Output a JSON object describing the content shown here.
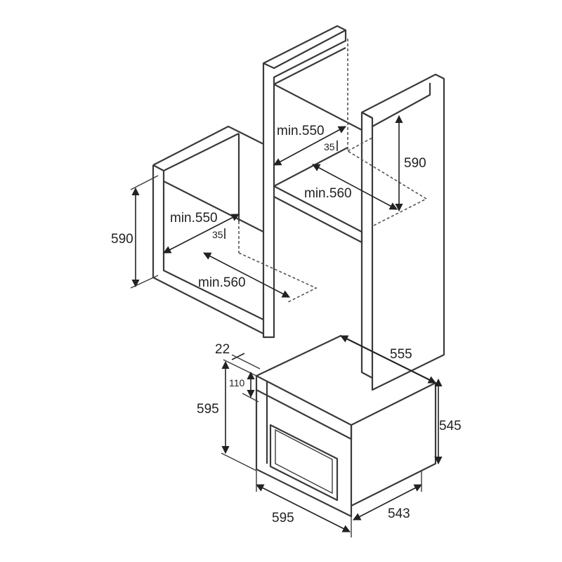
{
  "labels": {
    "tall_min550": "min.550",
    "tall_35": "35",
    "tall_590": "590",
    "tall_min560": "min.560",
    "low_min550": "min.550",
    "low_35": "35",
    "low_590": "590",
    "low_min560": "min.560",
    "oven_22": "22",
    "oven_555": "555",
    "oven_110": "110",
    "oven_595_height": "595",
    "oven_545": "545",
    "oven_595_width": "595",
    "oven_543": "543"
  }
}
